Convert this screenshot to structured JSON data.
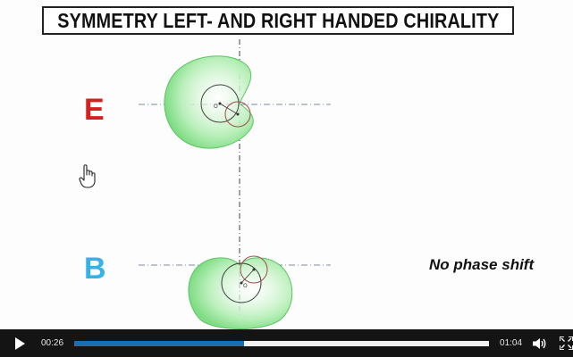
{
  "slide": {
    "title": "SYMMETRY LEFT- AND RIGHT HANDED CHIRALITY",
    "letter_top": "E",
    "letter_bottom": "B",
    "letter_top_color": "#d42020",
    "letter_bottom_color": "#35b3e6",
    "annotation": "No phase shift",
    "cardioid_fill": "#9fe8a3"
  },
  "player": {
    "play_icon": "play-icon",
    "current_time": "00:26",
    "duration": "01:04",
    "progress": 0.41,
    "progress_color": "#1c6fae",
    "volume_icon": "volume-icon",
    "fullscreen_icon": "fullscreen-icon"
  }
}
